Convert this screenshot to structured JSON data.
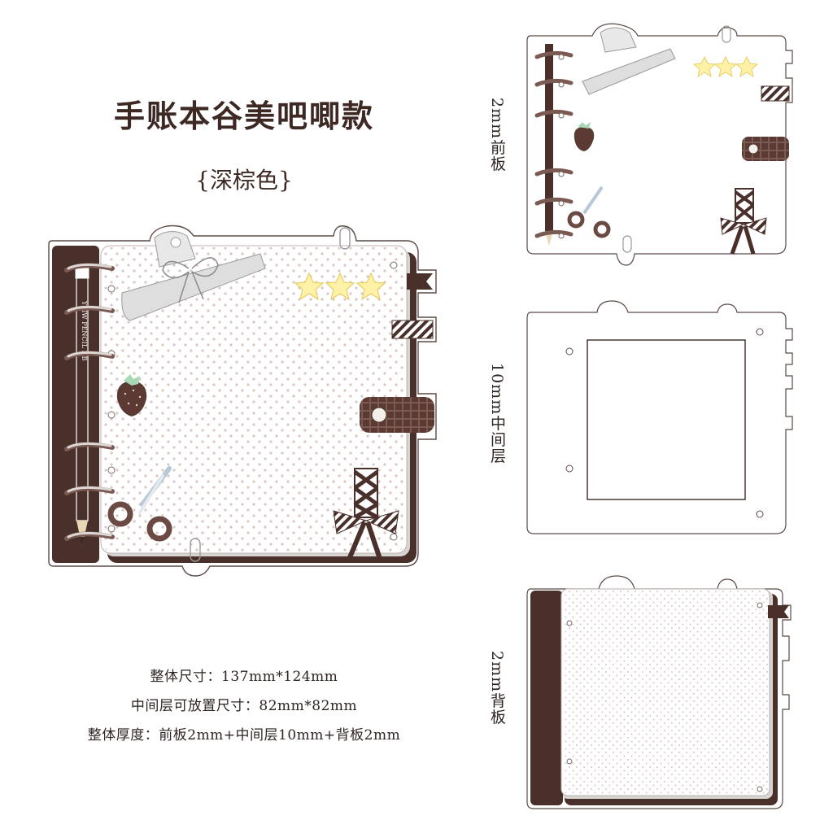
{
  "title": "手账本谷美吧唧款",
  "subtitle": "{深棕色}",
  "specs": {
    "overall_size": "整体尺寸：137mm*124mm",
    "middle_slot_size": "中间层可放置尺寸：82mm*82mm",
    "overall_thickness": "整体厚度：前板2mm+中间层10mm+背板2mm"
  },
  "layers": {
    "front": "2mm前板",
    "middle": "10mm中间层",
    "back": "2mm背板"
  },
  "pencil_text": "YKIW PENCIL HB",
  "colors": {
    "spine": "#4a302a",
    "ring": "#7a5a52",
    "dot": "#d9c7c3",
    "star": "#fff2a6",
    "accent_brown": "#5a3a32",
    "outline": "#5b4a46"
  }
}
